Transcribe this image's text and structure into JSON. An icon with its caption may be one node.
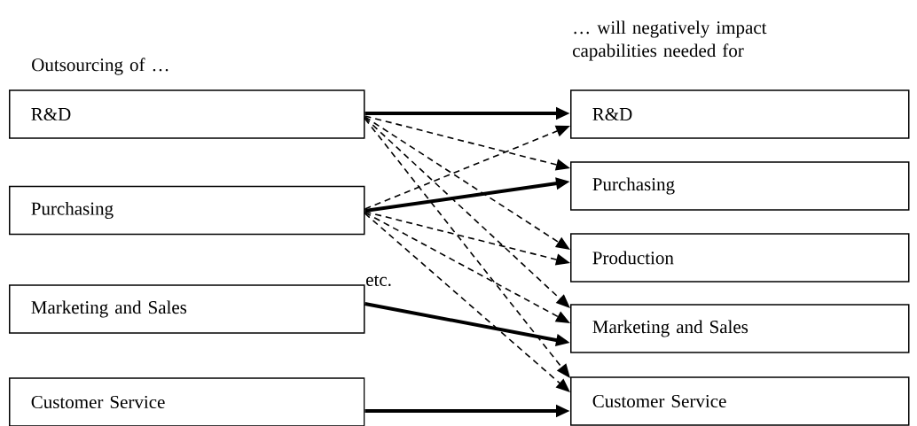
{
  "diagram": {
    "nodes": [
      {
        "text": [
          "R&D"
        ]
      },
      {
        "text": [
          "Purchasing"
        ]
      },
      {
        "text": [
          "Marketing and Sales"
        ]
      },
      {
        "text": [
          "Customer Service"
        ]
      },
      {
        "text": [
          "R&D"
        ]
      },
      {
        "text": [
          "Purchasing"
        ]
      },
      {
        "text": [
          "Production"
        ]
      },
      {
        "text": [
          "Marketing and Sales"
        ]
      },
      {
        "text": [
          "Customer Service"
        ]
      }
    ],
    "edges": [
      {
        "from": 0,
        "to": 4,
        "arrow": "to",
        "style": "thick"
      },
      {
        "from": 0,
        "to": 5,
        "arrow": "to",
        "style": "dashed"
      },
      {
        "from": 0,
        "to": 6,
        "arrow": "to",
        "style": "dashed"
      },
      {
        "from": 0,
        "to": 7,
        "arrow": "to",
        "style": "dashed"
      },
      {
        "from": 0,
        "to": 8,
        "arrow": "to",
        "style": "dashed"
      },
      {
        "from": 1,
        "to": 4,
        "arrow": "to",
        "style": "dashed"
      },
      {
        "from": 1,
        "to": 5,
        "arrow": "to",
        "style": "thick"
      },
      {
        "from": 1,
        "to": 6,
        "arrow": "to",
        "style": "dashed"
      },
      {
        "from": 1,
        "to": 7,
        "arrow": "to",
        "style": "dashed"
      },
      {
        "from": 1,
        "to": 8,
        "arrow": "to",
        "style": "dashed"
      },
      {
        "from": 2,
        "to": 7,
        "arrow": "to",
        "style": "thick"
      },
      {
        "from": 3,
        "to": 8,
        "arrow": "to",
        "style": "thick"
      }
    ],
    "labels": [
      "Outsourcing of …",
      "… will negatively impact capabilities needed for",
      "etc."
    ]
  }
}
